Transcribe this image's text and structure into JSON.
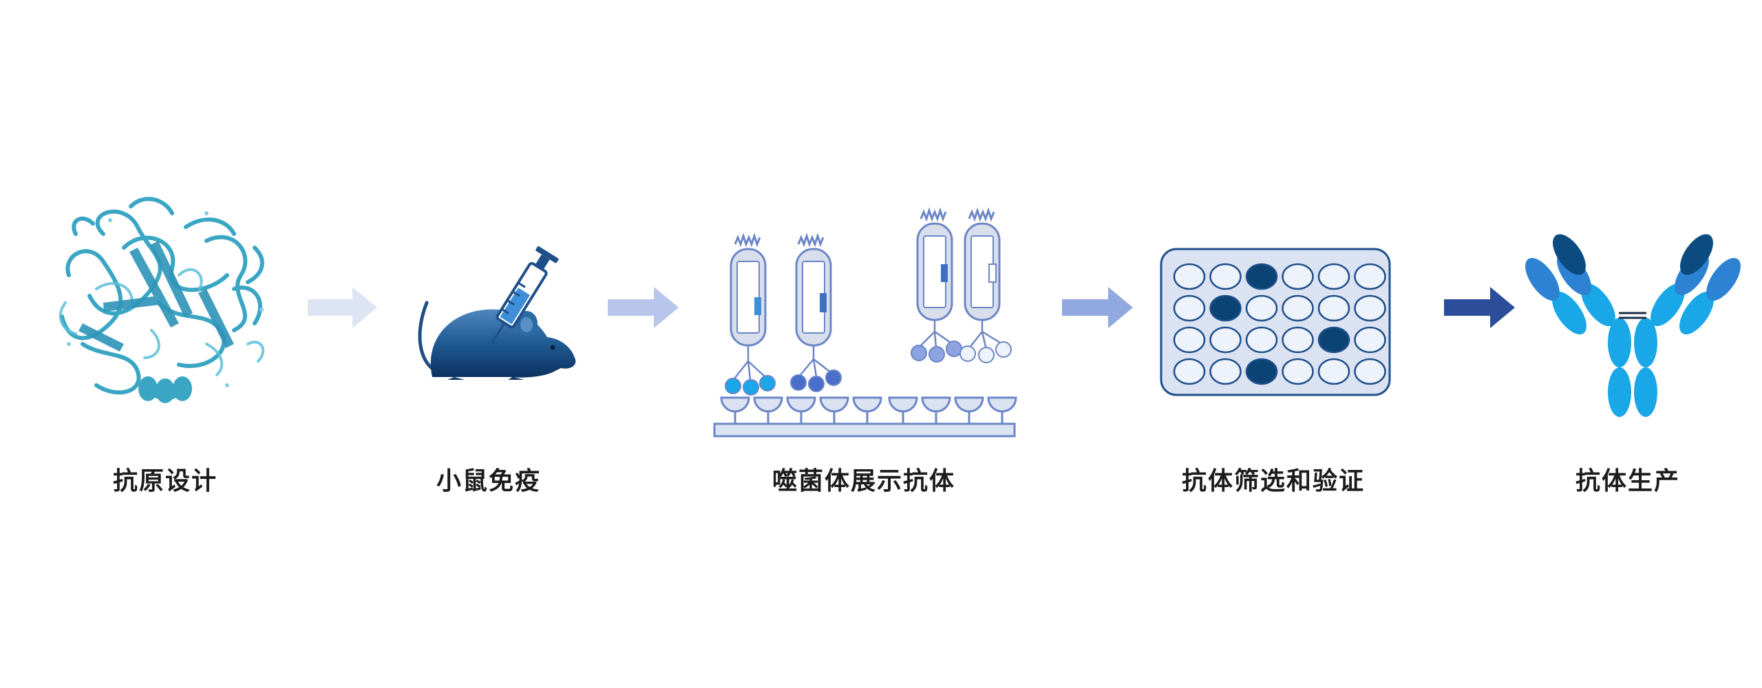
{
  "stages": [
    {
      "label": "抗原设计",
      "icon": "protein-structure-icon"
    },
    {
      "label": "小鼠免疫",
      "icon": "mouse-with-syringe-icon"
    },
    {
      "label": "噬菌体展示抗体",
      "icon": "phage-display-icon"
    },
    {
      "label": "抗体筛选和验证",
      "icon": "elisa-well-plate-icon"
    },
    {
      "label": "抗体生产",
      "icon": "antibody-icon"
    }
  ],
  "arrows": [
    {
      "icon": "arrow-right-icon",
      "color": "#dde4f4"
    },
    {
      "icon": "arrow-right-icon",
      "color": "#b7c6ea"
    },
    {
      "icon": "arrow-right-icon",
      "color": "#91a8e0"
    },
    {
      "icon": "arrow-right-icon",
      "color": "#2c4d9a"
    }
  ],
  "colors": {
    "protein": "#3aa6c4",
    "mouse_dark": "#0f3a66",
    "mouse_light": "#3f77ad",
    "phage_fill": "#d8deeb",
    "phage_stroke": "#6b85c7",
    "plate_fill": "#dbe3f3",
    "plate_dark_well": "#0b4375",
    "antibody_dark": "#0b4b80",
    "antibody_mid": "#2d82d3",
    "antibody_light": "#1aa7e8"
  },
  "plate": {
    "rows": 4,
    "cols": 6,
    "dark_wells": [
      [
        0,
        2
      ],
      [
        1,
        1
      ],
      [
        2,
        4
      ],
      [
        3,
        2
      ]
    ]
  }
}
